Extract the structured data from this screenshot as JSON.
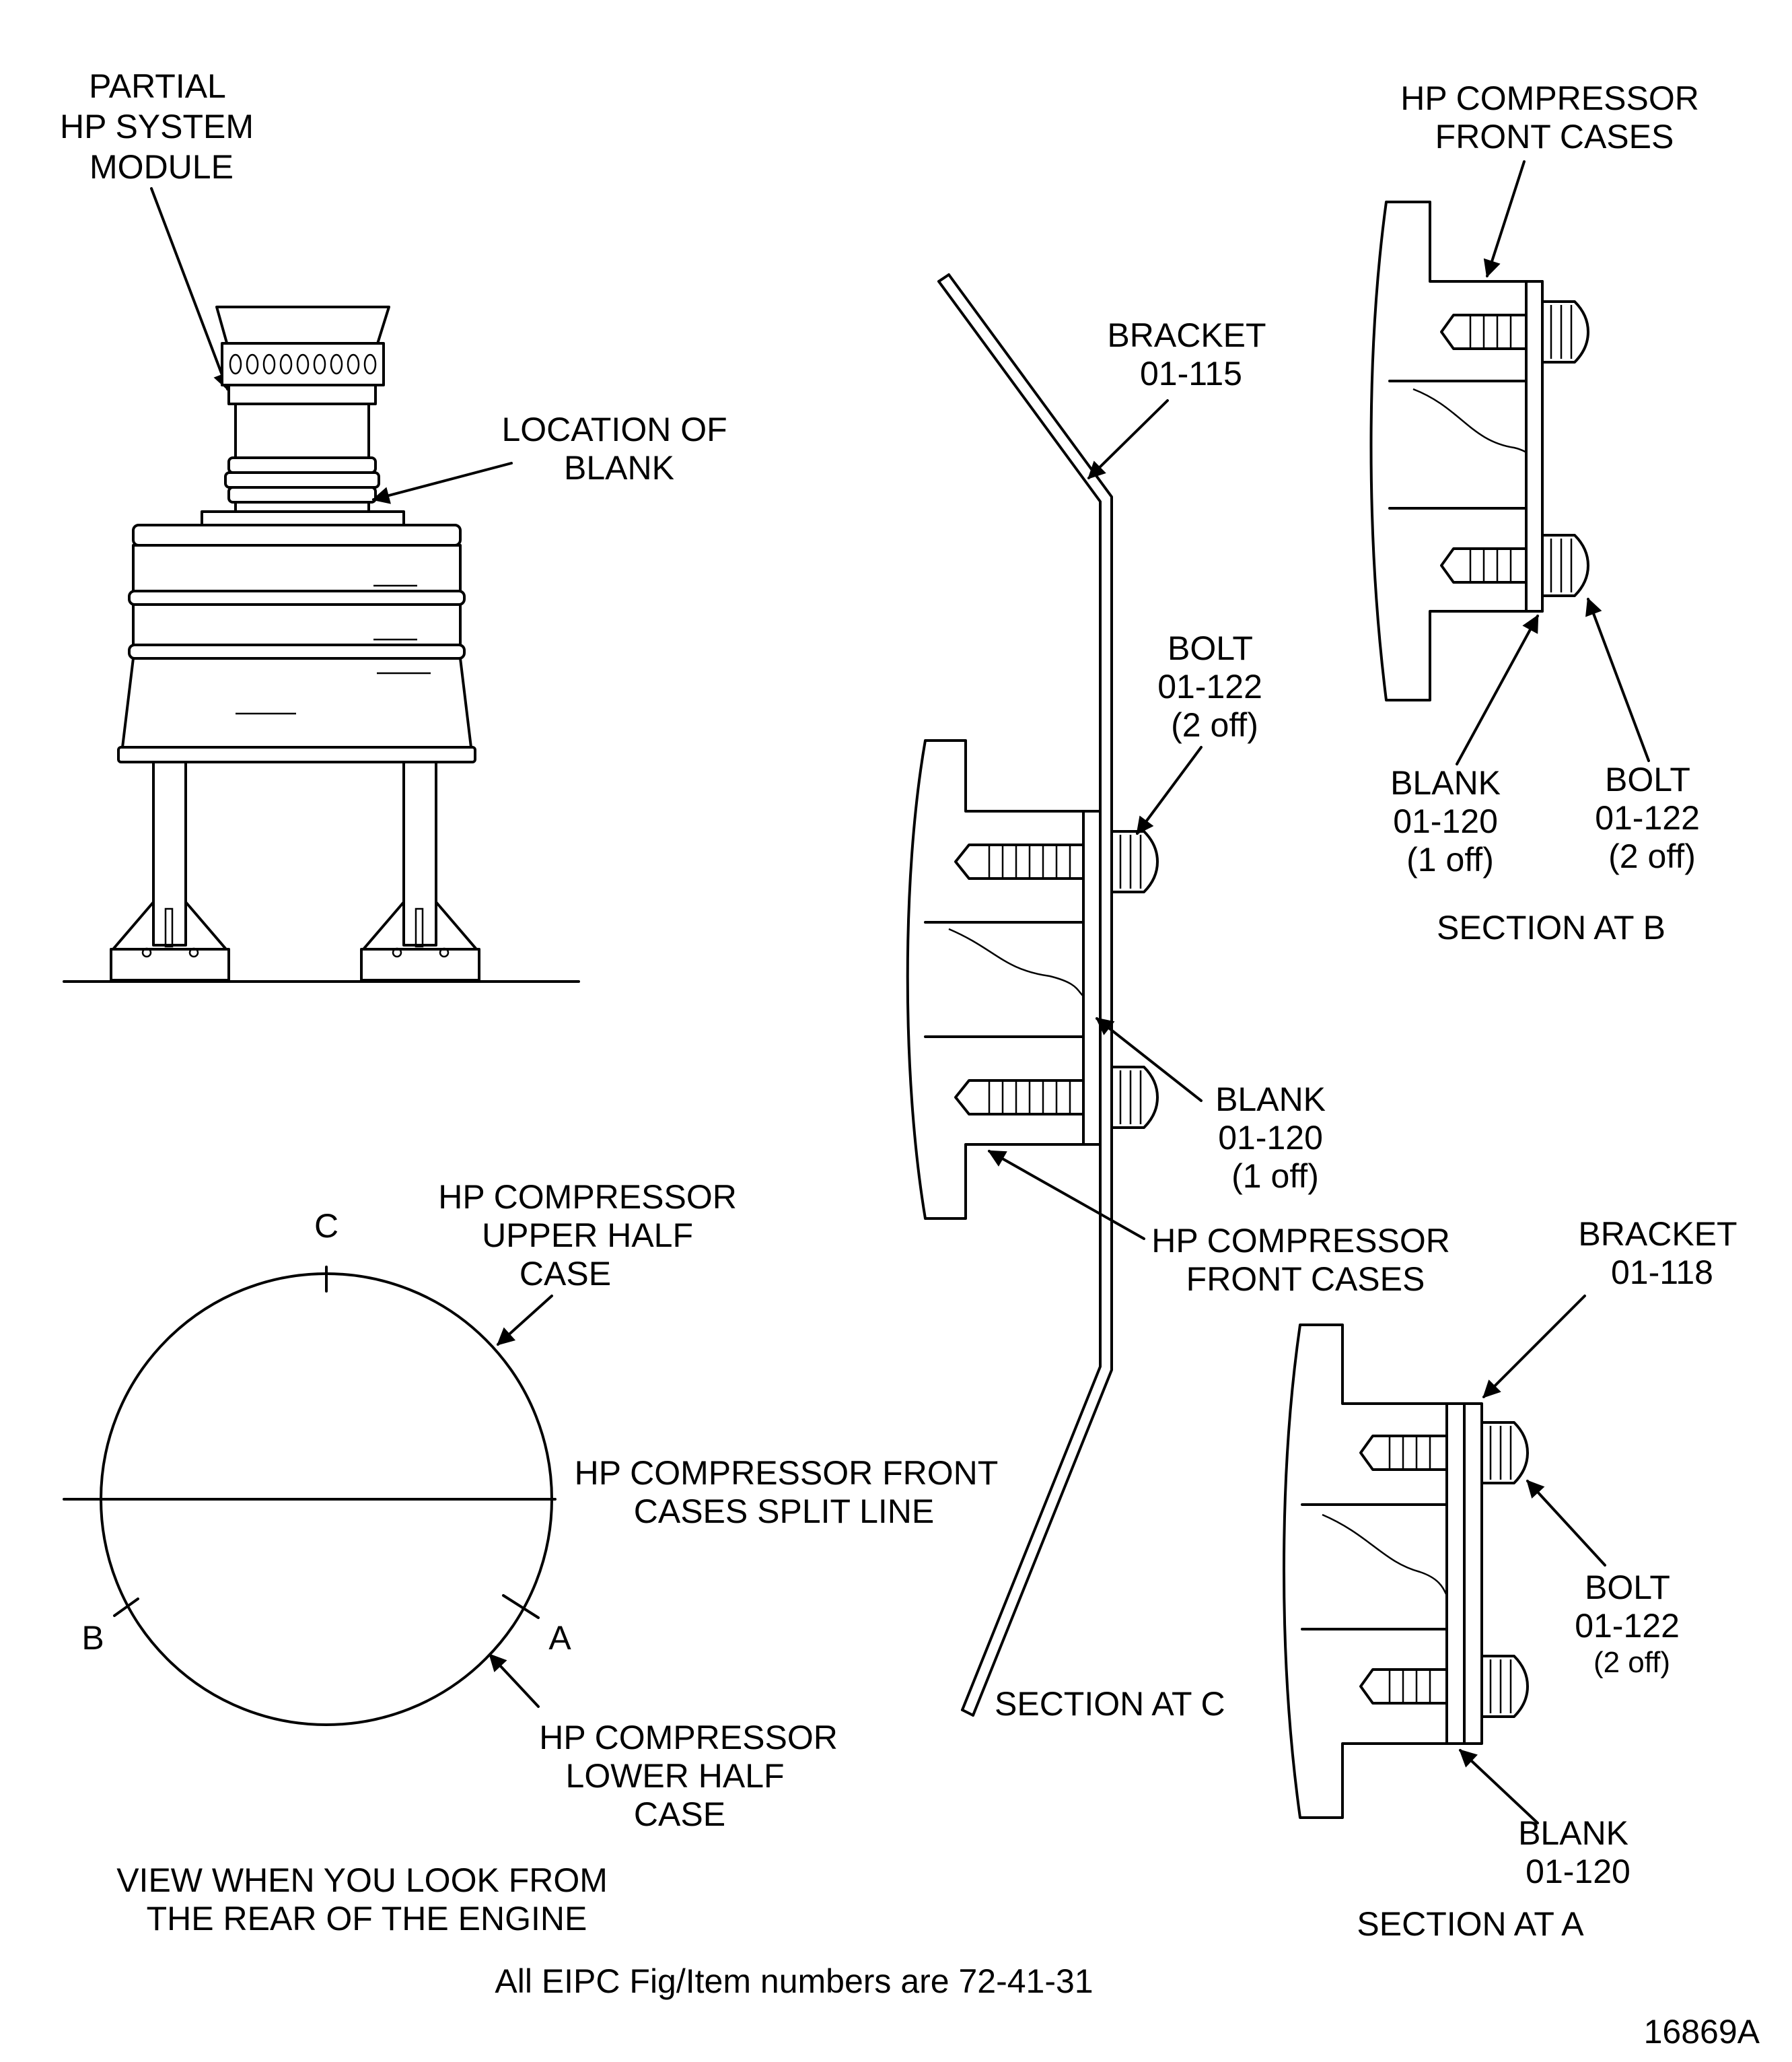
{
  "labels": {
    "partial_hp_module": [
      "PARTIAL",
      "HP SYSTEM",
      "MODULE"
    ],
    "location_of_blank": [
      "LOCATION OF",
      "BLANK"
    ],
    "bracket_115": [
      "BRACKET",
      "01-115"
    ],
    "bolt_c": [
      "BOLT",
      "01-122",
      "(2 off)"
    ],
    "blank_c": [
      "BLANK",
      "01-120",
      "(1 off)"
    ],
    "front_cases_c": [
      "HP COMPRESSOR",
      "FRONT CASES"
    ],
    "section_c": "SECTION AT C",
    "front_cases_b": [
      "HP COMPRESSOR",
      "FRONT CASES"
    ],
    "blank_b": [
      "BLANK",
      "01-120",
      "(1 off)"
    ],
    "bolt_b": [
      "BOLT",
      "01-122",
      "(2 off)"
    ],
    "section_b": "SECTION AT B",
    "bracket_118": [
      "BRACKET",
      "01-118"
    ],
    "bolt_a": [
      "BOLT",
      "01-122",
      "(2 off)"
    ],
    "blank_a": [
      "BLANK",
      "01-120"
    ],
    "section_a": "SECTION AT A",
    "upper_half_case": [
      "HP COMPRESSOR",
      "UPPER HALF",
      "CASE"
    ],
    "split_line": [
      "HP COMPRESSOR FRONT",
      "CASES SPLIT LINE"
    ],
    "lower_half_case": [
      "HP COMPRESSOR",
      "LOWER HALF",
      "CASE"
    ],
    "pos_c": "C",
    "pos_b": "B",
    "pos_a": "A",
    "rear_view": [
      "VIEW WHEN YOU LOOK FROM",
      "THE REAR OF THE ENGINE"
    ],
    "footnote": "All EIPC Fig/Item numbers are 72-41-31",
    "figure_id": "16869A"
  }
}
